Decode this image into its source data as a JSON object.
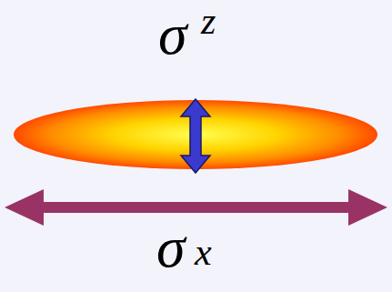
{
  "diagram": {
    "labels": [
      "σ",
      "z",
      "σ",
      "x"
    ]
  }
}
